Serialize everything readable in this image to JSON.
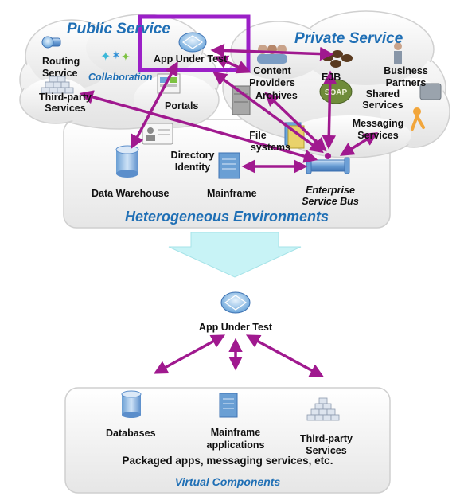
{
  "top": {
    "public_service": "Public Service",
    "private_service": "Private Service",
    "heterogeneous": "Heterogeneous Environments",
    "labels": {
      "routing_l1": "Routing",
      "routing_l2": "Service",
      "collaboration": "Collaboration",
      "third_party_l1": "Third-party",
      "third_party_l2": "Services",
      "portals": "Portals",
      "app_under_test": "App Under Test",
      "content_l1": "Content",
      "content_l2": "Providers",
      "archives": "Archives",
      "ejb": "EJB",
      "soap": "SOAP",
      "business_l1": "Business",
      "business_l2": "Partners",
      "shared_l1": "Shared",
      "shared_l2": "Services",
      "messaging_l1": "Messaging",
      "messaging_l2": "Services",
      "file_l1": "File",
      "file_l2": "systems",
      "directory_l1": "Directory",
      "directory_l2": "Identity",
      "data_warehouse": "Data Warehouse",
      "mainframe": "Mainframe",
      "esb_l1": "Enterprise",
      "esb_l2": "Service Bus"
    }
  },
  "bottom": {
    "app_under_test": "App Under Test",
    "databases": "Databases",
    "mainframe_l1": "Mainframe",
    "mainframe_l2": "applications",
    "third_party_l1": "Third-party",
    "third_party_l2": "Services",
    "packaged": "Packaged apps, messaging services, etc.",
    "virtual_components": "Virtual Components"
  },
  "colors": {
    "arrow": "#a0198f",
    "highlight": "#9b1fc7",
    "accent_text": "#1f6fb5",
    "transition_arrow": "#c8f3f6"
  }
}
